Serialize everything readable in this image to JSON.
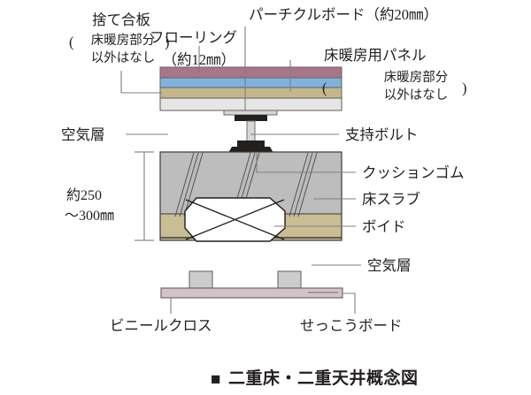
{
  "figure": {
    "caption_marker": "■",
    "caption": "二重床・二重天井概念図"
  },
  "colors": {
    "flooring": "#a9758b",
    "particle_board": "#7fb3dd",
    "heating_panel": "#c4b78c",
    "sute_plywood": "#e6e6e6",
    "slab": "#bdbdbd",
    "slab_lower": "#c9bd93",
    "void_fill": "#ffffff",
    "ceiling_board": "#d3c3c8",
    "ceiling_hanger": "#cccccc",
    "bolt_dark": "#231f1c",
    "leader": "#7f7f7f",
    "outline": "#6b6b6b",
    "text": "#231f20"
  },
  "labels": {
    "sute_goban": {
      "line1": "捨て合板",
      "line2": "床暖房部分",
      "line3": "以外はなし",
      "paren_open": "(",
      "paren_close": ")"
    },
    "flooring": {
      "line1": "フローリング",
      "line2": "（約12㎜）"
    },
    "particle_board": "パーチクルボード（約20㎜）",
    "heating_panel": {
      "line1": "床暖房用パネル",
      "line2": "床暖房部分",
      "line3": "以外はなし",
      "paren_open": "(",
      "paren_close": ")"
    },
    "air_layer_upper": "空気層",
    "support_bolt": "支持ボルト",
    "cushion_rubber": "クッションゴム",
    "floor_slab": "床スラブ",
    "void": "ボイド",
    "air_layer_lower": "空気層",
    "vinyl_cloth": "ビニールクロス",
    "gypsum_board": "せっこうボード",
    "dimension": {
      "line1": "約250",
      "line2": "〜300㎜"
    }
  }
}
